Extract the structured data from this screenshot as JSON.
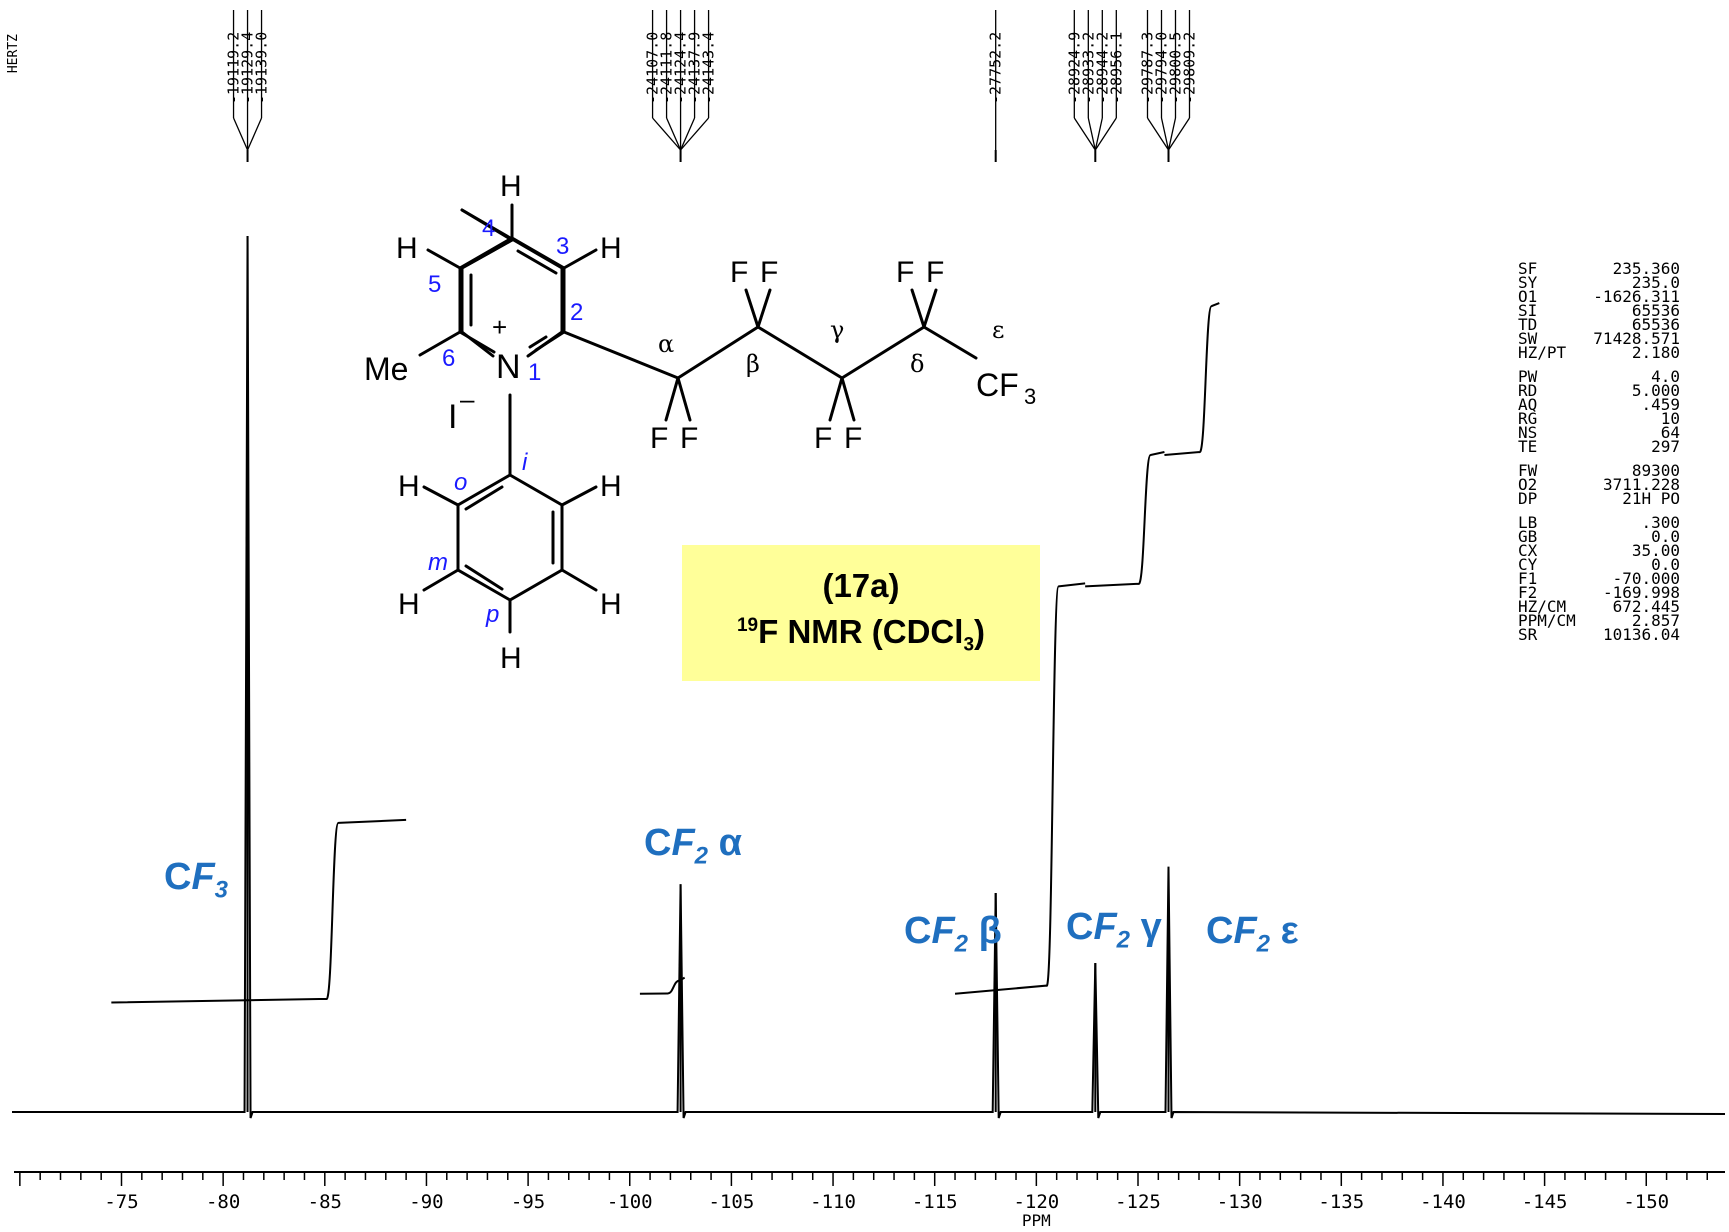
{
  "chart_data": {
    "type": "line",
    "xlabel": "PPM",
    "x_axis_label_vertical": "HERTZ",
    "xlim": [
      -72,
      -152
    ],
    "x_ticks": [
      -75,
      -80,
      -85,
      -90,
      -95,
      -100,
      -105,
      -110,
      -115,
      -120,
      -125,
      -130,
      -135,
      -140,
      -145,
      -150
    ],
    "x_tick_labels": [
      "-75",
      "-80",
      "-85",
      "-90",
      "-95",
      "-100",
      "-105",
      "-110",
      "-115",
      "-120",
      "-125",
      "-130",
      "-135",
      "-140",
      "-145",
      "-150"
    ],
    "peaks": [
      {
        "label": "CF3",
        "ppm": -81.2,
        "intensity": 1.0
      },
      {
        "label": "CF2 α",
        "ppm": -102.5,
        "intensity": 0.26
      },
      {
        "label": "CF2 β",
        "ppm": -118.0,
        "intensity": 0.25
      },
      {
        "label": "CF2 γ",
        "ppm": -122.9,
        "intensity": 0.17
      },
      {
        "label": "CF2 ε",
        "ppm": -126.5,
        "intensity": 0.28
      }
    ],
    "integral_segments": [
      {
        "from": -74.5,
        "to": -89.0,
        "start_level": 0.125,
        "end_level": 0.33
      },
      {
        "from": -100.5,
        "to": -102.7,
        "start_level": 0.135,
        "end_level": 0.15
      },
      {
        "from": -116.0,
        "to": -122.4,
        "start_level": 0.135,
        "end_level": 0.6
      },
      {
        "from": -122.4,
        "to": -126.3,
        "start_level": 0.6,
        "end_level": 0.75
      },
      {
        "from": -126.3,
        "to": -129.0,
        "start_level": 0.75,
        "end_level": 0.92
      }
    ],
    "peak_groups": [
      {
        "labels": [
          "-19119.2",
          "-19129.4",
          "-19139.0"
        ]
      },
      {
        "labels": [
          "-24107.0",
          "-24111.8",
          "-24124.4",
          "-24137.9",
          "-24143.4"
        ]
      },
      {
        "labels": [
          "-27752.2"
        ]
      },
      {
        "labels": [
          "-28924.9",
          "-28933.2",
          "-28944.2",
          "-28956.1"
        ]
      },
      {
        "labels": [
          "-29787.3",
          "-29794.0",
          "-29800.5",
          "-29809.2"
        ]
      }
    ]
  },
  "parameters": [
    [
      [
        "SF",
        "235.360"
      ],
      [
        "SY",
        "235.0"
      ],
      [
        "O1",
        "-1626.311"
      ],
      [
        "SI",
        "65536"
      ],
      [
        "TD",
        "65536"
      ],
      [
        "SW",
        "71428.571"
      ],
      [
        "HZ/PT",
        "2.180"
      ]
    ],
    [
      [
        "PW",
        "4.0"
      ],
      [
        "RD",
        "5.000"
      ],
      [
        "AQ",
        ".459"
      ],
      [
        "RG",
        "10"
      ],
      [
        "NS",
        "64"
      ],
      [
        "TE",
        "297"
      ]
    ],
    [
      [
        "FW",
        "89300"
      ],
      [
        "O2",
        "3711.228"
      ],
      [
        "DP",
        "21H PO"
      ]
    ],
    [
      [
        "LB",
        ".300"
      ],
      [
        "GB",
        "0.0"
      ],
      [
        "CX",
        "35.00"
      ],
      [
        "CY",
        "0.0"
      ],
      [
        "F1",
        "-70.000"
      ],
      [
        "F2",
        "-169.998"
      ],
      [
        "HZ/CM",
        "672.445"
      ],
      [
        "PPM/CM",
        "2.857"
      ],
      [
        "SR",
        "10136.04"
      ]
    ]
  ],
  "compound": {
    "id": "(17a)",
    "nucleus_sup": "19",
    "title_mid": "F NMR (CDCl",
    "title_sub": "3",
    "title_end": ")"
  },
  "peak_labels": {
    "cf3": {
      "base": "C",
      "f": "F",
      "sub": "3",
      "greek": ""
    },
    "alpha": {
      "base": "C",
      "f": "F",
      "sub": "2",
      "greek": "α"
    },
    "beta": {
      "base": "C",
      "f": "F",
      "sub": "2",
      "greek": "β"
    },
    "gamma": {
      "base": "C",
      "f": "F",
      "sub": "2",
      "greek": "γ"
    },
    "epsilon": {
      "base": "C",
      "f": "F",
      "sub": "2",
      "greek": "ε"
    }
  },
  "structure": {
    "ring_numbers": [
      "1",
      "2",
      "3",
      "4",
      "5",
      "6"
    ],
    "phenyl_positions": [
      "i",
      "o",
      "m",
      "p"
    ],
    "chain_greek": [
      "α",
      "β",
      "γ",
      "δ",
      "ε"
    ],
    "atoms": {
      "N": "N",
      "plus": "+",
      "H": "H",
      "F": "F",
      "Me": "Me",
      "iodide": "I",
      "iodide_charge": "–",
      "cf3": "CF",
      "cf3_sub": "3"
    }
  },
  "colors": {
    "label_blue": "#1f6fbf",
    "number_blue": "#1a1aff",
    "highlight": "#ffff99",
    "ink": "#000000"
  }
}
